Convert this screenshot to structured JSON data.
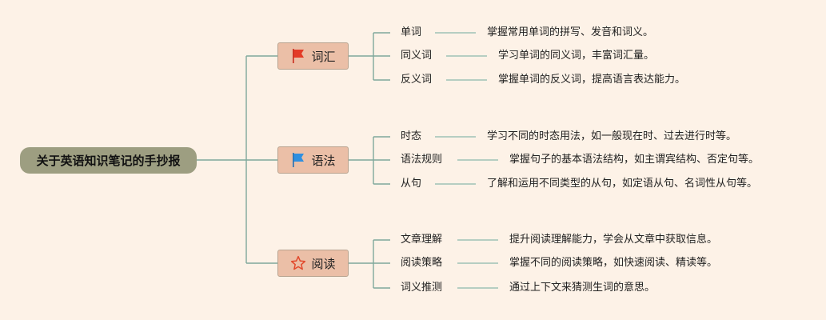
{
  "root": {
    "title": "关于英语知识笔记的手抄报"
  },
  "branches": [
    {
      "label": "词汇",
      "icon": "red-flag-icon",
      "color": "#e33b27",
      "items": [
        {
          "label": "单词",
          "desc": "掌握常用单词的拼写、发音和词义。"
        },
        {
          "label": "同义词",
          "desc": "学习单词的同义词，丰富词汇量。"
        },
        {
          "label": "反义词",
          "desc": "掌握单词的反义词，提高语言表达能力。"
        }
      ]
    },
    {
      "label": "语法",
      "icon": "blue-flag-icon",
      "color": "#2e8fe0",
      "items": [
        {
          "label": "时态",
          "desc": "学习不同的时态用法，如一般现在时、过去进行时等。"
        },
        {
          "label": "语法规则",
          "desc": "掌握句子的基本语法结构，如主谓宾结构、否定句等。"
        },
        {
          "label": "从句",
          "desc": "了解和运用不同类型的从句，如定语从句、名词性从句等。"
        }
      ]
    },
    {
      "label": "阅读",
      "icon": "star-outline-icon",
      "color": "#e2492c",
      "items": [
        {
          "label": "文章理解",
          "desc": "提升阅读理解能力，学会从文章中获取信息。"
        },
        {
          "label": "阅读策略",
          "desc": "掌握不同的阅读策略，如快速阅读、精读等。"
        },
        {
          "label": "词义推测",
          "desc": "通过上下文来猜测生词的意思。"
        }
      ]
    }
  ],
  "colors": {
    "line": "#7fa89b",
    "background": "#fdf2e7",
    "root_fill": "#9d9e81",
    "branch_fill": "#ebbfa7"
  }
}
